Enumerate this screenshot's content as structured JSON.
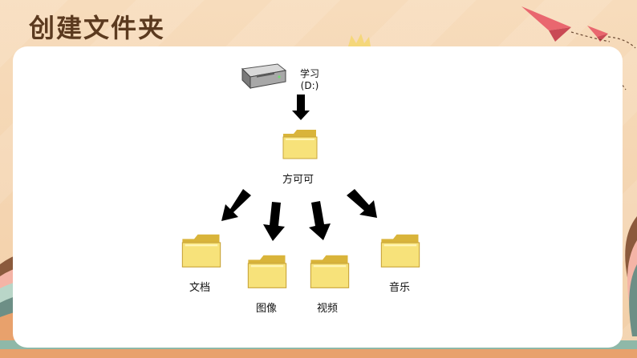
{
  "slide": {
    "title": "创建文件夹"
  },
  "diagram": {
    "root": {
      "name": "学习",
      "sub": "(D:)",
      "icon": "hard-drive-icon"
    },
    "child": {
      "name": "方可可",
      "icon": "folder-icon"
    },
    "leaves": [
      {
        "name": "文档",
        "icon": "folder-icon"
      },
      {
        "name": "图像",
        "icon": "folder-icon"
      },
      {
        "name": "视频",
        "icon": "folder-icon"
      },
      {
        "name": "音乐",
        "icon": "folder-icon"
      }
    ]
  },
  "colors": {
    "background": "#f6d9b6",
    "title": "#5b3a1f",
    "folder": "#f2d85c",
    "arrow": "#000000",
    "plane": "#e9676f"
  }
}
